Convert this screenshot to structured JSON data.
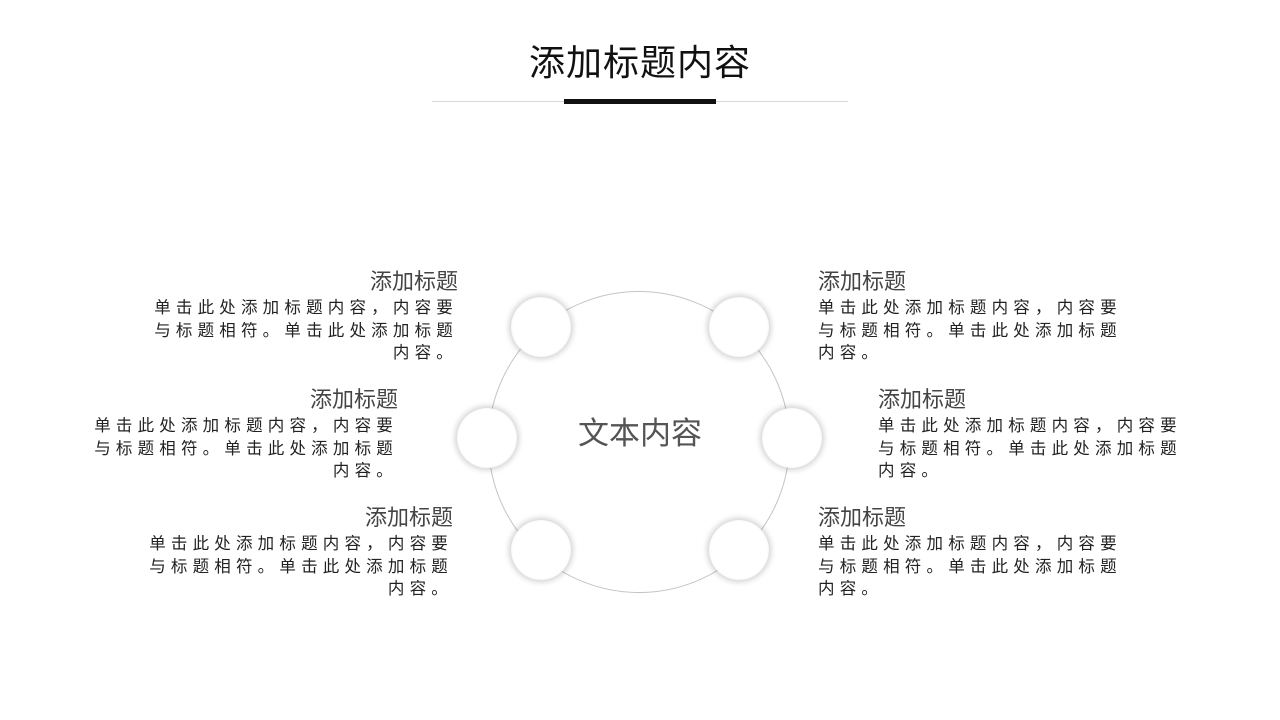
{
  "header": {
    "title": "添加标题内容"
  },
  "diagram": {
    "center_label": "文本内容",
    "items": [
      {
        "position": "top-left",
        "heading": "添加标题",
        "line1": "单击此处添加标题内容，内容要",
        "line2": "与标题相符。单击此处添加标题",
        "line3": "内容。"
      },
      {
        "position": "middle-left",
        "heading": "添加标题",
        "line1": "单击此处添加标题内容，内容要",
        "line2": "与标题相符。单击此处添加标题",
        "line3": "内容。"
      },
      {
        "position": "bottom-left",
        "heading": "添加标题",
        "line1": "单击此处添加标题内容，内容要",
        "line2": "与标题相符。单击此处添加标题",
        "line3": "内容。"
      },
      {
        "position": "top-right",
        "heading": "添加标题",
        "line1": "单击此处添加标题内容，内容要",
        "line2": "与标题相符。单击此处添加标题",
        "line3": "内容。"
      },
      {
        "position": "middle-right",
        "heading": "添加标题",
        "line1": "单击此处添加标题内容，内容要",
        "line2": "与标题相符。单击此处添加标题",
        "line3": "内容。"
      },
      {
        "position": "bottom-right",
        "heading": "添加标题",
        "line1": "单击此处添加标题内容，内容要",
        "line2": "与标题相符。单击此处添加标题",
        "line3": "内容。"
      }
    ]
  },
  "colors": {
    "title": "#111111",
    "accent_bar": "#111111",
    "ring": "#c4c4c4",
    "center_text": "#555555"
  }
}
